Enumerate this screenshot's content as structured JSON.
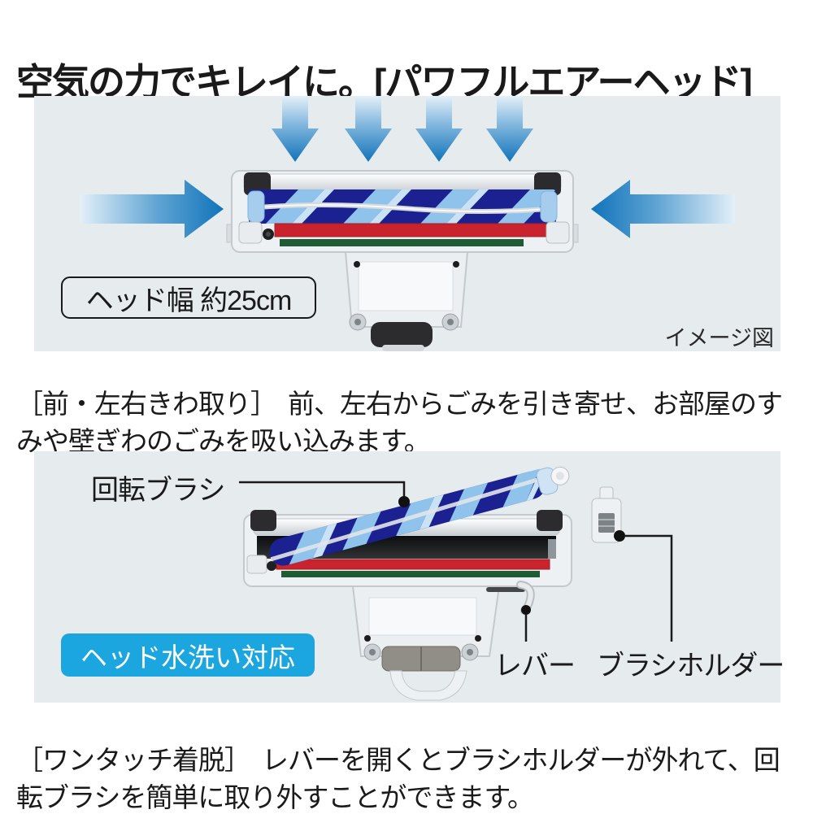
{
  "title": "空気の力でキレイに。[パワフルエアーヘッド]",
  "section1": {
    "width_label": "ヘッド幅 約25cm",
    "image_note": "イメージ図",
    "caption_heading": "［前・左右きわ取り］",
    "caption_body": "前、左右からごみを引き寄せ、お部屋のすみや壁ぎわのごみを吸い込みます。"
  },
  "section2": {
    "brush_label": "回転ブラシ",
    "lever_label": "レバー",
    "holder_label": "ブラシホルダー",
    "badge_label": "ヘッド水洗い対応",
    "caption_heading": "［ワンタッチ着脱］",
    "caption_body": "レバーを開くとブラシホルダーが外れて、回転ブラシを簡単に取り外すことができます。"
  },
  "colors": {
    "panel_background": "#e6ebed",
    "airflow_arrow_dark": "#1074ba",
    "airflow_arrow_light": "#e3f0f9",
    "badge_blue": "#1ba6e0",
    "brush_navy": "#1c2191",
    "brush_light_blue": "#8fc3ec",
    "strip_red": "#c9242d",
    "strip_green": "#1f5c33",
    "text": "#1a1a1a"
  }
}
